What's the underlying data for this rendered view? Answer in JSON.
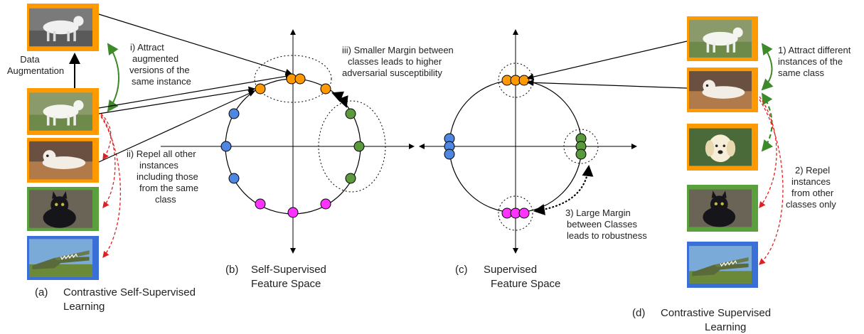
{
  "left_panel": {
    "data_augmentation": [
      "Data",
      "Augmentation"
    ],
    "attract_text": [
      "i) Attract",
      "augmented",
      "versions of the",
      "same instance"
    ],
    "repel_text": [
      "ii) Repel all other",
      "instances",
      "including those",
      "from the same",
      "class"
    ],
    "caption_letter": "(a)",
    "caption": [
      "Contrastive Self-Supervised",
      "Learning"
    ]
  },
  "middle_left": {
    "margin_text": [
      "iii) Smaller Margin between",
      "classes leads to higher",
      "adversarial susceptibility"
    ],
    "caption_letter": "(b)",
    "caption": [
      "Self-Supervised",
      "Feature Space"
    ]
  },
  "middle_right": {
    "margin_text": [
      "3) Large Margin",
      "between Classes",
      "leads to robustness"
    ],
    "caption_letter": "(c)",
    "caption": [
      "Supervised",
      "Feature Space"
    ]
  },
  "right_panel": {
    "attract_text": [
      "1) Attract different",
      "instances of the",
      "same class"
    ],
    "repel_text": [
      "2) Repel",
      "instances",
      "from other",
      "classes only"
    ],
    "caption_letter": "(d)",
    "caption": [
      "Contrastive Supervised",
      "Learning"
    ]
  },
  "colors": {
    "orange": "#ff9900",
    "green": "#5b9a3c",
    "blue": "#4f86e0",
    "magenta": "#ff33ff",
    "attract_arrow": "#3d8a2a",
    "repel_arrow": "#e02020",
    "blue_frame": "#3a6fd8",
    "green_frame": "#5aa03c"
  },
  "icons": [
    "white-dog-image",
    "dog-lying-image",
    "golden-dog-image",
    "black-cat-image",
    "crocodile-image"
  ]
}
